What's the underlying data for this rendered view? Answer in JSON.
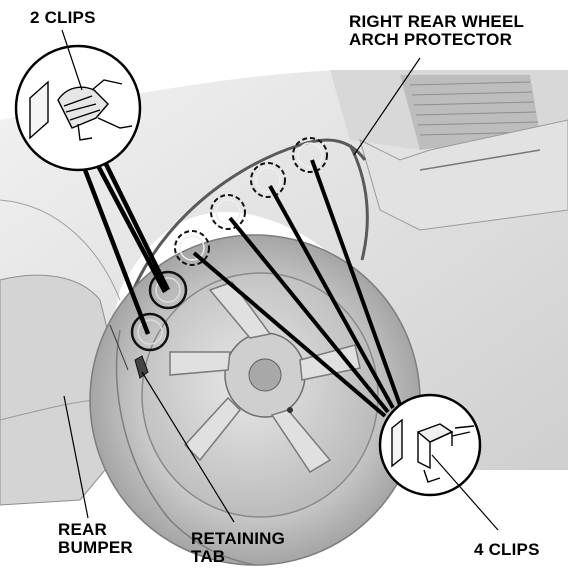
{
  "labels": {
    "two_clips": "2 CLIPS",
    "arch_protector_line1": "RIGHT REAR WHEEL",
    "arch_protector_line2": "ARCH PROTECTOR",
    "rear_bumper_line1": "REAR",
    "rear_bumper_line2": "BUMPER",
    "retaining_tab_line1": "RETAINING",
    "retaining_tab_line2": "TAB",
    "four_clips": "4 CLIPS"
  },
  "icons": {
    "clip_detail": "clip-detail-icon",
    "clip_location_marker": "dashed-circle-marker"
  },
  "colors": {
    "ink": "#000000",
    "body_light": "#e6e6e6",
    "body_mid": "#cfcfcf",
    "tire": "#bdbdbd",
    "rim": "#d9d9d9",
    "shadow": "#8a8a8a"
  }
}
